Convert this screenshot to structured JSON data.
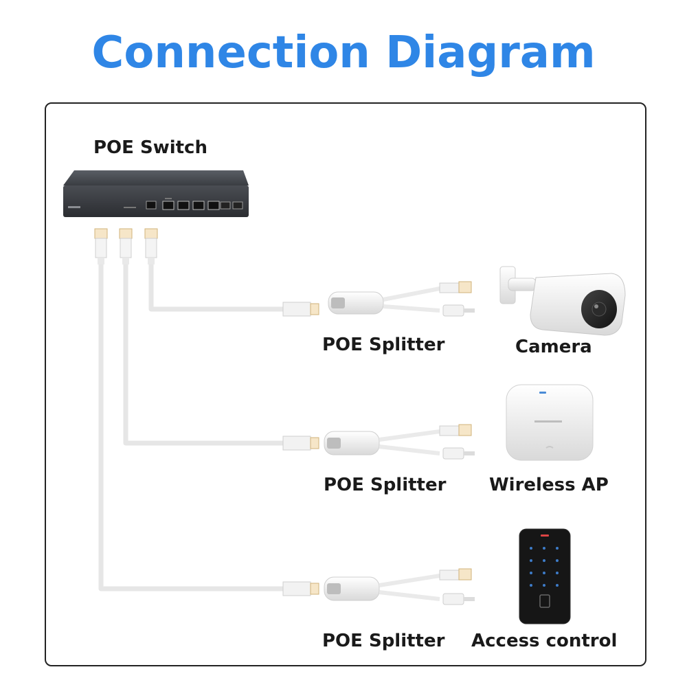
{
  "title": "Connection Diagram",
  "switch": {
    "label": "POE Switch"
  },
  "rows": [
    {
      "splitter_label": "POE Splitter",
      "device_label": "Camera",
      "device_icon": "camera-icon"
    },
    {
      "splitter_label": "POE Splitter",
      "device_label": "Wireless AP",
      "device_icon": "wireless-ap-icon"
    },
    {
      "splitter_label": "POE Splitter",
      "device_label": "Access control",
      "device_icon": "access-control-icon"
    }
  ],
  "colors": {
    "title": "#2f86e6",
    "cable": "#e4e4e4",
    "switch_body": "#3a3d42",
    "frame": "#222222"
  }
}
